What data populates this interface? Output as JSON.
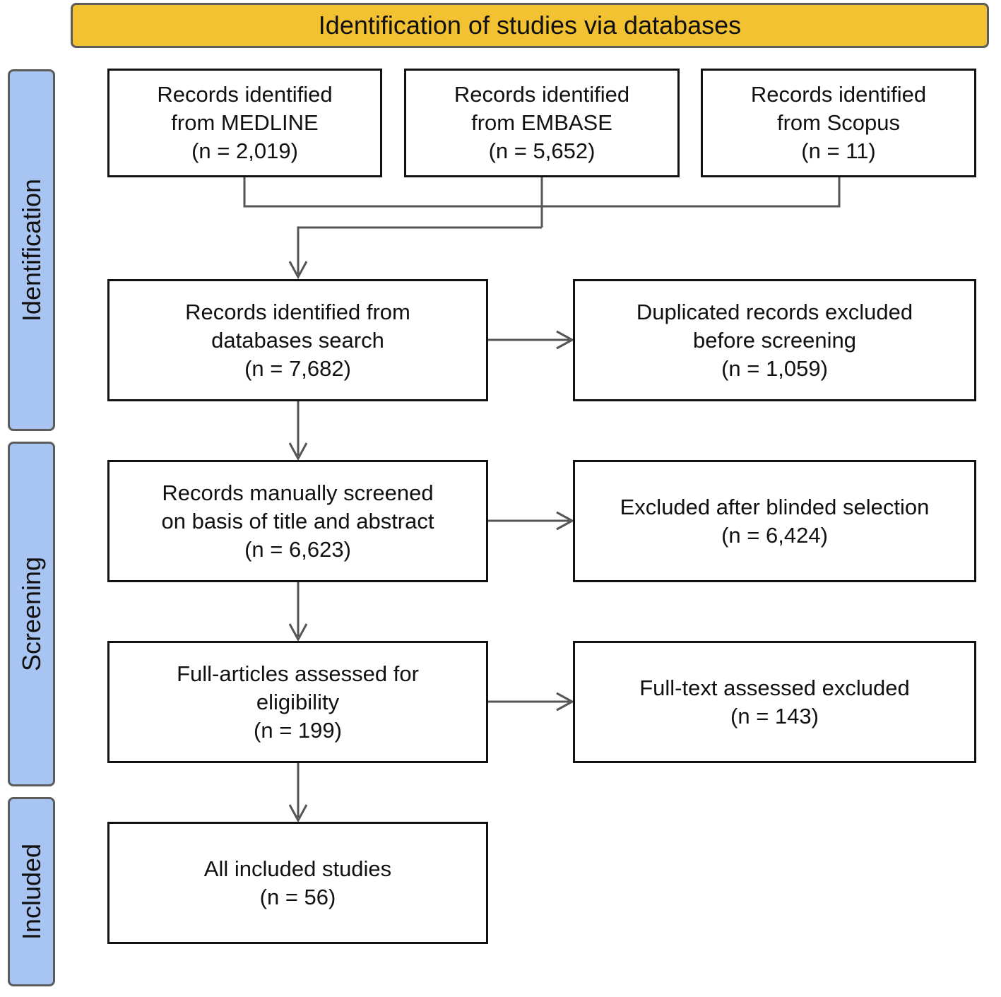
{
  "header": {
    "title": "Identification of studies via databases"
  },
  "phases": {
    "identification": "Identification",
    "screening": "Screening",
    "included": "Included"
  },
  "boxes": {
    "medline": {
      "line1": "Records identified",
      "line2": "from MEDLINE",
      "count": "(n = 2,019)"
    },
    "embase": {
      "line1": "Records identified",
      "line2": "from EMBASE",
      "count": "(n = 5,652)"
    },
    "scopus": {
      "line1": "Records identified",
      "line2": "from Scopus",
      "count": "(n = 11)"
    },
    "database_search": {
      "line1": "Records identified from",
      "line2": "databases search",
      "count": "(n = 7,682)"
    },
    "duplicates": {
      "line1": "Duplicated records excluded",
      "line2": "before screening",
      "count": "(n = 1,059)"
    },
    "screened": {
      "line1": "Records manually screened",
      "line2": "on basis of title and abstract",
      "count": "(n = 6,623)"
    },
    "excluded_blinded": {
      "line1": "Excluded after blinded selection",
      "count": "(n = 6,424)"
    },
    "full_articles": {
      "line1": "Full-articles assessed for",
      "line2": "eligibility",
      "count": "(n = 199)"
    },
    "fulltext_excluded": {
      "line1": "Full-text assessed excluded",
      "count": "(n = 143)"
    },
    "included": {
      "line1": "All included studies",
      "count": "(n = 56)"
    }
  },
  "colors": {
    "header_fill": "#f2c232",
    "phase_fill": "#a7c4f2",
    "connector": "#555555",
    "box_border": "#111111"
  }
}
